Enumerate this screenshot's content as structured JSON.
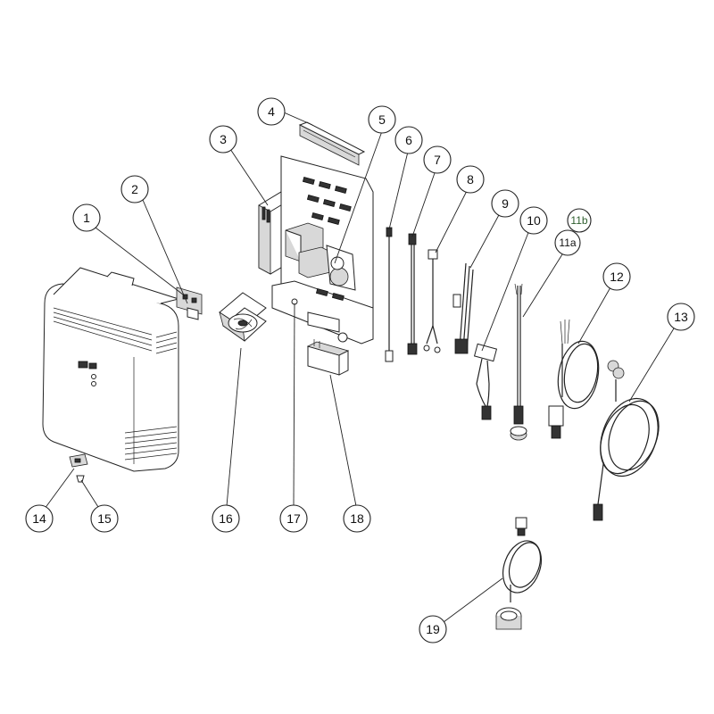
{
  "callouts": [
    {
      "id": "c1",
      "label": "1"
    },
    {
      "id": "c2",
      "label": "2"
    },
    {
      "id": "c3",
      "label": "3"
    },
    {
      "id": "c4",
      "label": "4"
    },
    {
      "id": "c5",
      "label": "5"
    },
    {
      "id": "c6",
      "label": "6"
    },
    {
      "id": "c7",
      "label": "7"
    },
    {
      "id": "c8",
      "label": "8"
    },
    {
      "id": "c9",
      "label": "9"
    },
    {
      "id": "c10",
      "label": "10"
    },
    {
      "id": "c11b",
      "label": "11b"
    },
    {
      "id": "c11a",
      "label": "11a"
    },
    {
      "id": "c12",
      "label": "12"
    },
    {
      "id": "c13",
      "label": "13"
    },
    {
      "id": "c14",
      "label": "14"
    },
    {
      "id": "c15",
      "label": "15"
    },
    {
      "id": "c16",
      "label": "16"
    },
    {
      "id": "c17",
      "label": "17"
    },
    {
      "id": "c18",
      "label": "18"
    },
    {
      "id": "c19",
      "label": "19"
    }
  ],
  "colors": {
    "line": "#222222",
    "fill": "#ffffff",
    "shade": "#d8d8d8",
    "label_11b": "#2e5e2e"
  }
}
